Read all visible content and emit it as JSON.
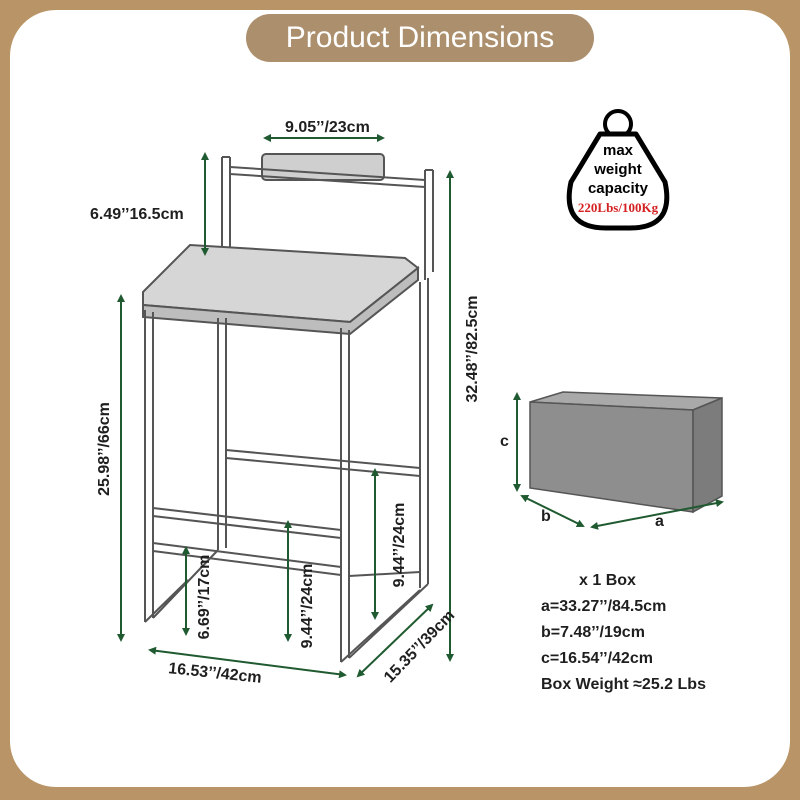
{
  "title": "Product Dimensions",
  "colors": {
    "frame": "#b99466",
    "title_bg": "#ac8f6d",
    "dimension_line": "#1f5a30",
    "stool_outline": "#555555",
    "capacity_value": "#d42020"
  },
  "stool": {
    "backrest_width": "9.05’’/23cm",
    "backrest_height": "6.49’’16.5cm",
    "total_height": "32.48’’/82.5cm",
    "seat_height": "25.98’’/66cm",
    "footrest_upper_height": "9.44’’/24cm",
    "footrest_lower_height": "9.44’’/24cm",
    "footrest_bottom_height": "6.69’’/17cm",
    "width": "16.53’’/42cm",
    "depth": "15.35’’/39cm"
  },
  "capacity": {
    "icon": "weight-icon",
    "line1": "max",
    "line2": "weight",
    "line3": "capacity",
    "value": "220Lbs/100Kg"
  },
  "box": {
    "label_a": "a",
    "label_b": "b",
    "label_c": "c",
    "quantity": "x 1 Box",
    "a": "a=33.27’’/84.5cm",
    "b": "b=7.48’’/19cm",
    "c": "c=16.54’’/42cm",
    "weight": "Box Weight ≈25.2 Lbs"
  }
}
